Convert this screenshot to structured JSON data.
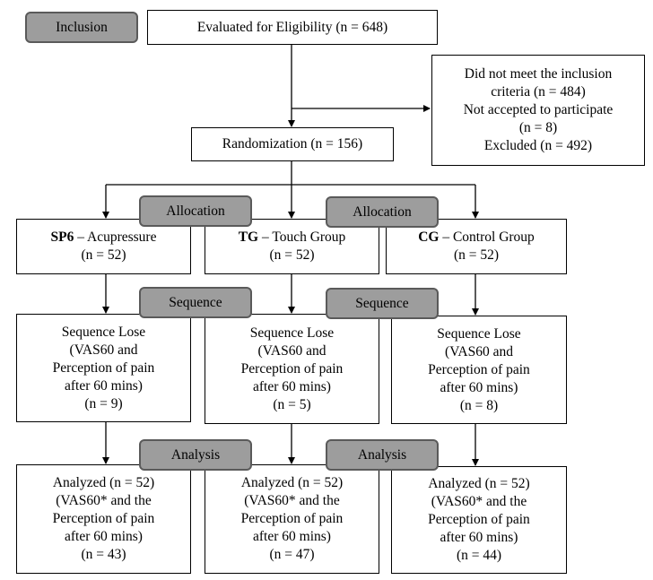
{
  "stages": {
    "inclusion": "Inclusion",
    "allocation": "Allocation",
    "sequence": "Sequence",
    "analysis": "Analysis"
  },
  "eligibility": "Evaluated for Eligibility (n = 648)",
  "exclusion": [
    "Did not meet the inclusion",
    "criteria (n = 484)",
    "Not accepted to participate",
    "(n = 8)",
    "Excluded (n = 492)"
  ],
  "randomization": "Randomization (n = 156)",
  "groups": [
    {
      "abbr": "SP6",
      "name": " – Acupressure",
      "n": "(n = 52)"
    },
    {
      "abbr": "TG",
      "name": " – Touch Group",
      "n": "(n = 52)"
    },
    {
      "abbr": "CG",
      "name": " – Control Group",
      "n": "(n = 52)"
    }
  ],
  "sequence_boxes": [
    [
      "Sequence Lose",
      "(VAS60 and",
      "Perception of pain",
      "after 60 mins)",
      "(n = 9)"
    ],
    [
      "Sequence Lose",
      "(VAS60 and",
      "Perception of pain",
      "after 60 mins)",
      "(n = 5)"
    ],
    [
      "Sequence Lose",
      "(VAS60 and",
      "Perception of pain",
      "after 60 mins)",
      "(n = 8)"
    ]
  ],
  "analysis_boxes": [
    [
      "Analyzed  (n = 52)",
      "(VAS60* and the",
      "Perception of pain",
      "after 60 mins)",
      "(n = 43)"
    ],
    [
      "Analyzed  (n = 52)",
      "(VAS60* and the",
      "Perception of pain",
      "after 60 mins)",
      "(n = 47)"
    ],
    [
      "Analyzed  (n = 52)",
      "(VAS60* and the",
      "Perception of pain",
      "after 60 mins)",
      "(n = 44)"
    ]
  ]
}
